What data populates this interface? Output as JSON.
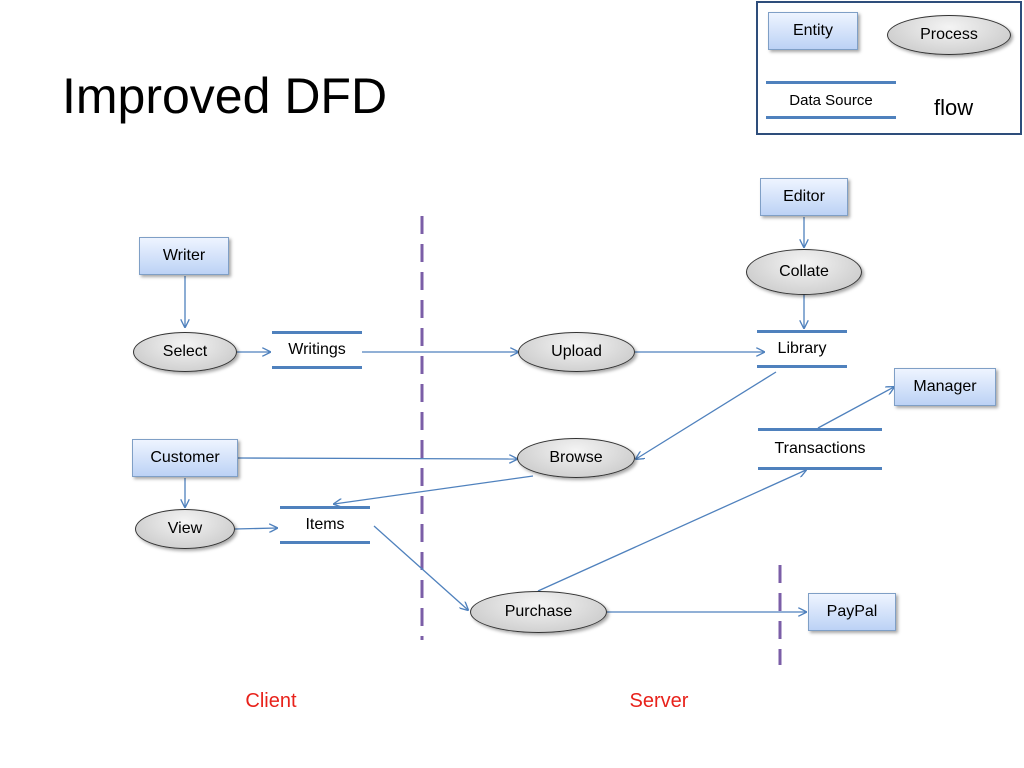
{
  "slide": {
    "title": "Improved DFD"
  },
  "legend": {
    "entity_label": "Entity",
    "process_label": "Process",
    "data_source_label": "Data Source",
    "flow_label": "flow"
  },
  "diagram": {
    "entities": {
      "writer": "Writer",
      "customer": "Customer",
      "editor": "Editor",
      "manager": "Manager",
      "paypal": "PayPal"
    },
    "processes": {
      "select": "Select",
      "view": "View",
      "upload": "Upload",
      "browse": "Browse",
      "collate": "Collate",
      "purchase": "Purchase"
    },
    "stores": {
      "writings": "Writings",
      "items": "Items",
      "library": "Library",
      "transactions": "Transactions"
    },
    "zones": {
      "client": "Client",
      "server": "Server"
    }
  },
  "colors": {
    "flow": "#4f81bd",
    "boundary": "#7b5ea7",
    "zone_label": "#e8221b",
    "legend_border": "#2e4d7b"
  }
}
